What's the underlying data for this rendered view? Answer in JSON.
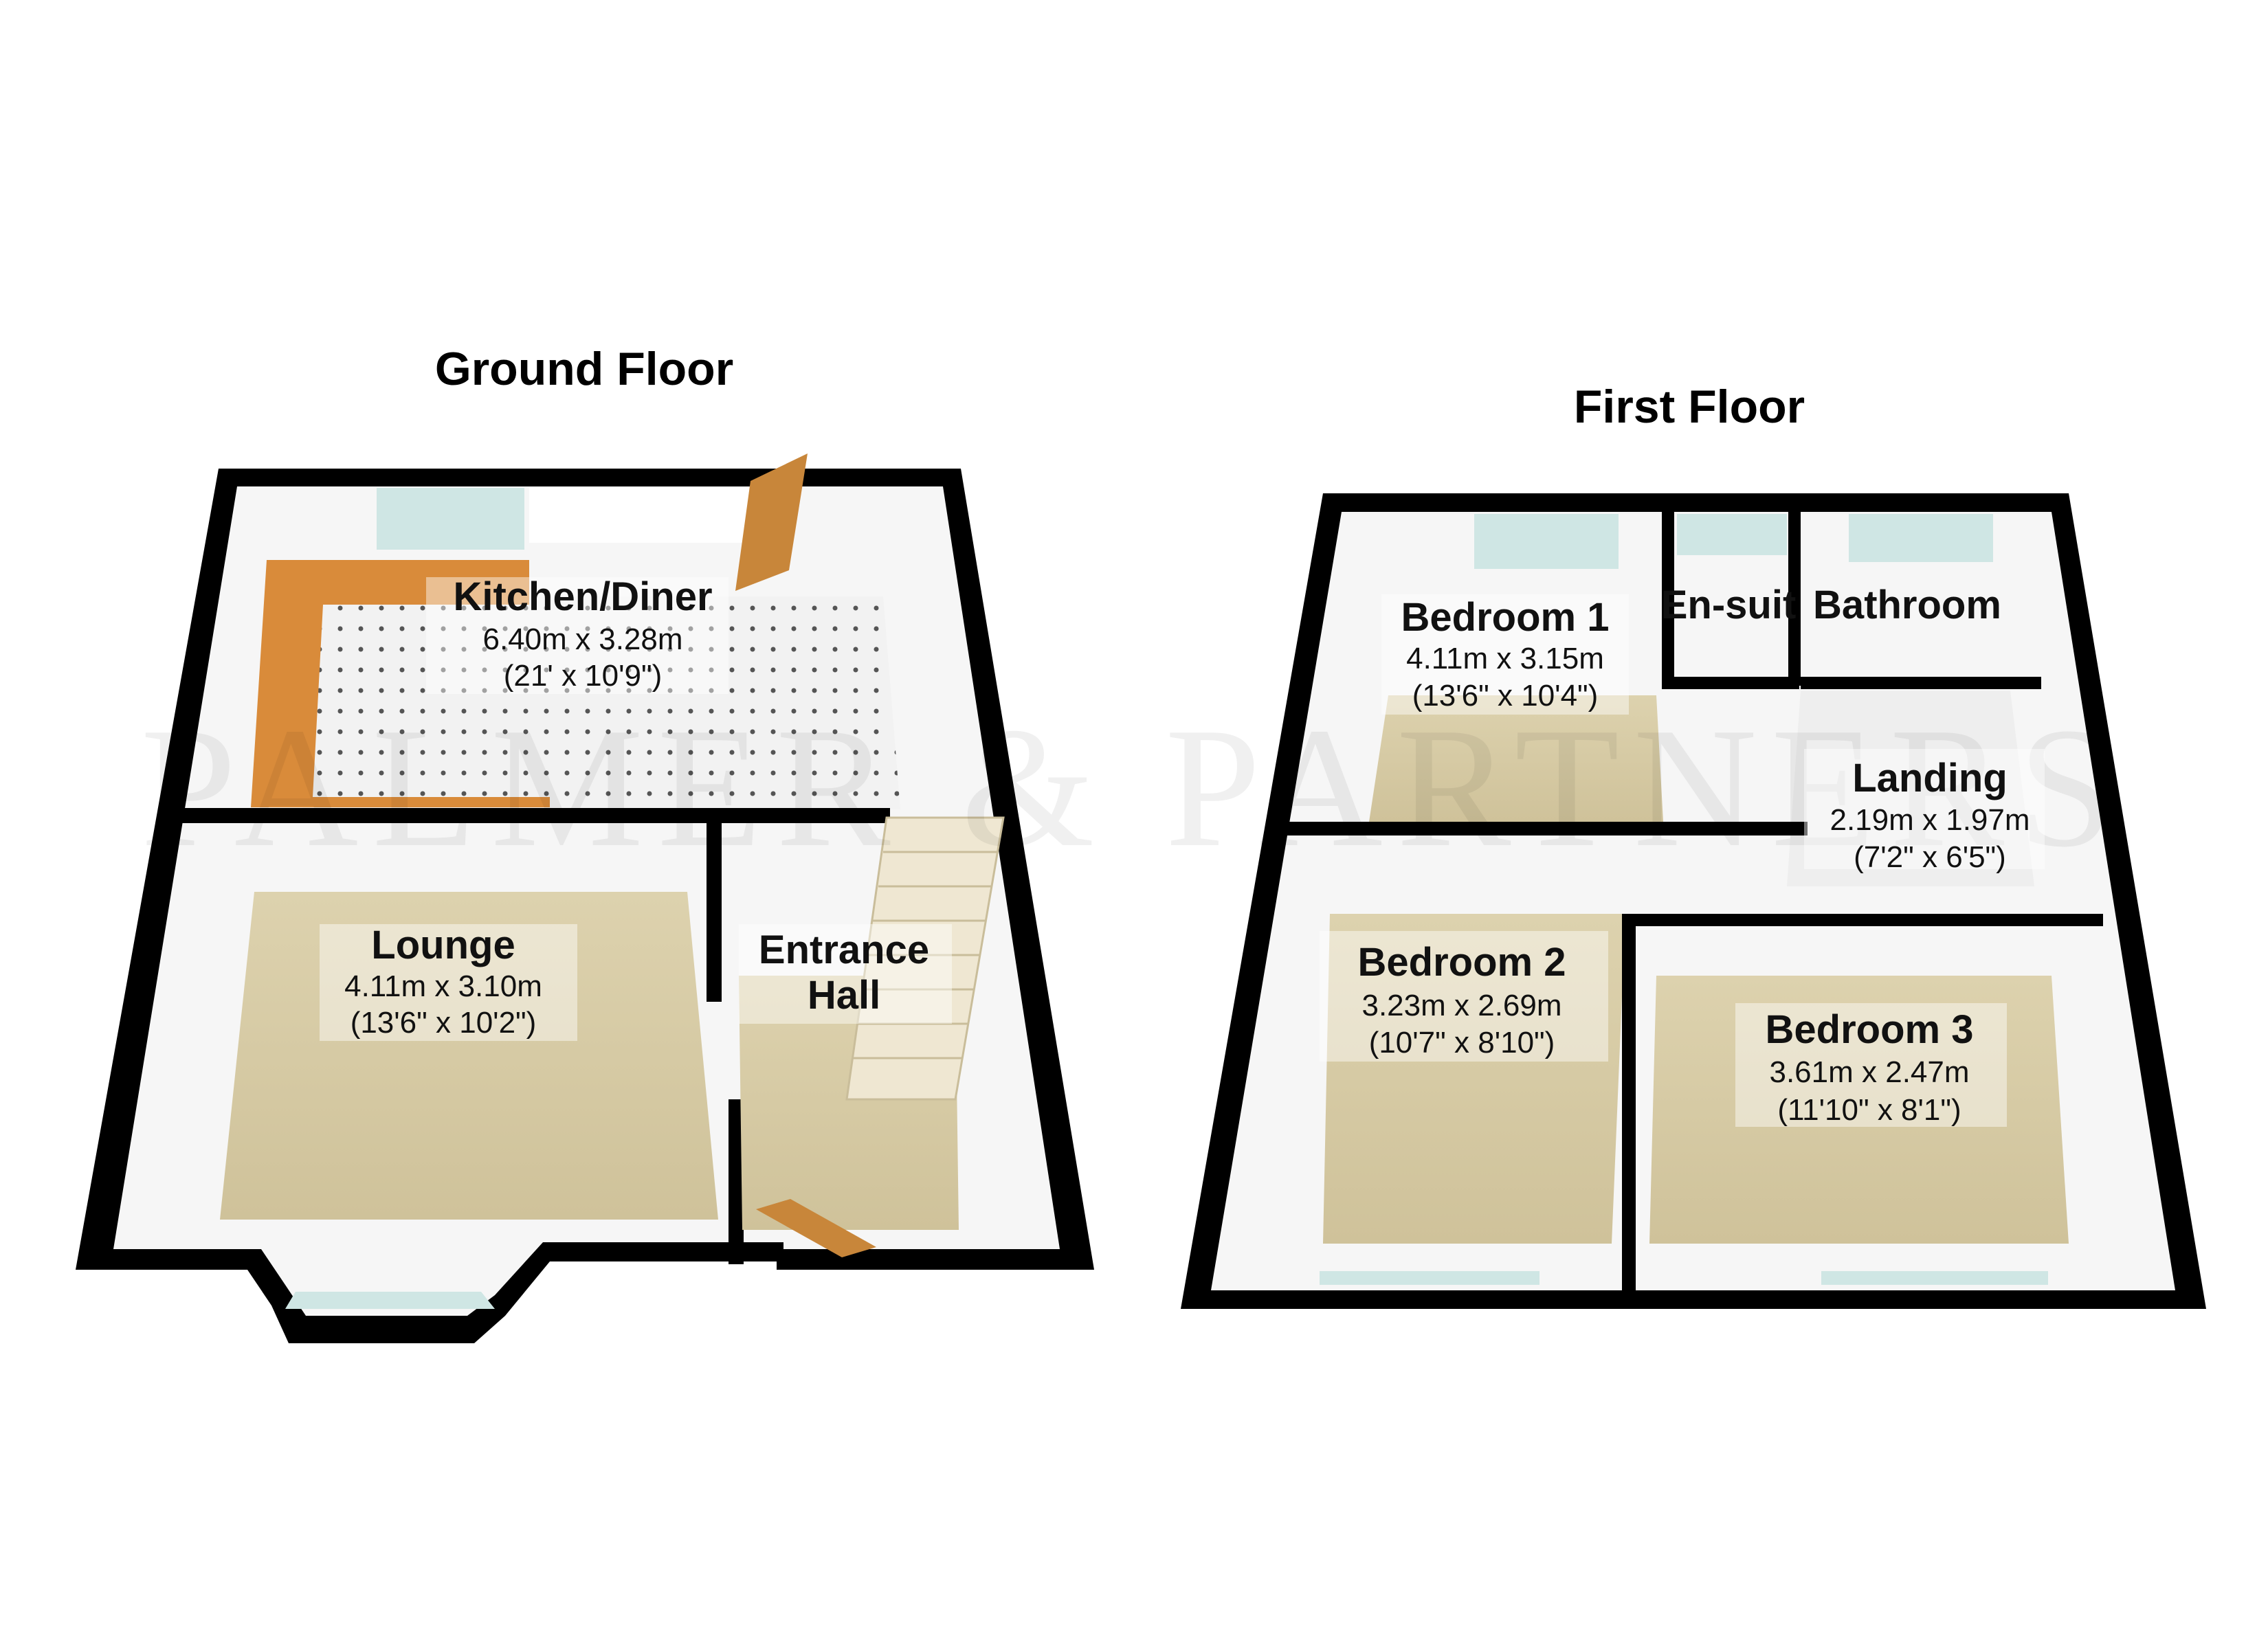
{
  "floors": {
    "ground": {
      "title": "Ground Floor",
      "rooms": {
        "kitchen": {
          "name": "Kitchen/Diner",
          "metric": "6.40m x 3.28m",
          "imperial": "(21' x 10'9\")"
        },
        "lounge": {
          "name": "Lounge",
          "metric": "4.11m x 3.10m",
          "imperial": "(13'6\" x 10'2\")"
        },
        "hall": {
          "name_line1": "Entrance",
          "name_line2": "Hall"
        }
      }
    },
    "first": {
      "title": "First Floor",
      "rooms": {
        "bedroom1": {
          "name": "Bedroom 1",
          "metric": "4.11m x 3.15m",
          "imperial": "(13'6\" x 10'4\")"
        },
        "ensuite": {
          "name": "En-suit"
        },
        "bathroom": {
          "name": "Bathroom"
        },
        "landing": {
          "name": "Landing",
          "metric": "2.19m x 1.97m",
          "imperial": "(7'2\" x 6'5\")"
        },
        "bedroom2": {
          "name": "Bedroom 2",
          "metric": "3.23m x 2.69m",
          "imperial": "(10'7\" x 8'10\")"
        },
        "bedroom3": {
          "name": "Bedroom 3",
          "metric": "3.61m x 2.47m",
          "imperial": "(11'10\" x 8'1\")"
        }
      }
    }
  },
  "watermark": "PALMER & PARTNERS",
  "colors": {
    "wall": "#000000",
    "wall_inner": "#f4f4f4",
    "carpet": "#d8cca6",
    "tile": "#ededed",
    "worktop": "#d98b3a",
    "door": "#c8863a",
    "window": "#cfe6e4",
    "stairs": "#efe7d2"
  }
}
